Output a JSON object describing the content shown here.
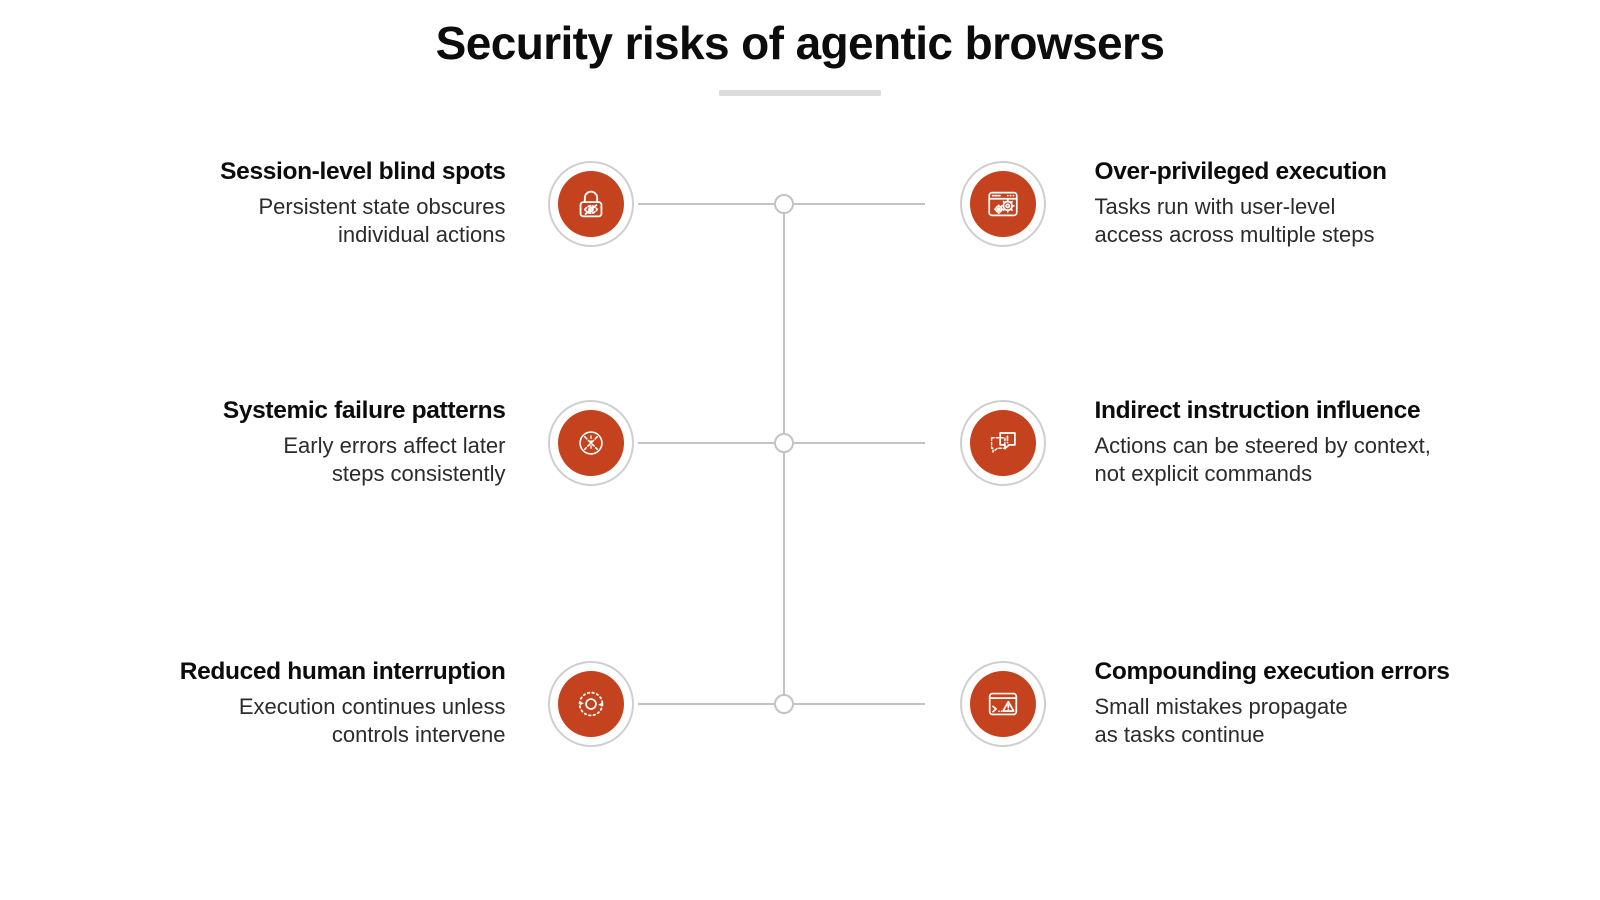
{
  "header": {
    "title": "Security risks of agentic browsers",
    "rule_color": "#dcdcdc"
  },
  "theme": {
    "accent": "#c4421d",
    "ring": "#cfcfcf",
    "line": "#c3c3c3",
    "background": "#ffffff",
    "title_color": "#0c0c0c",
    "body_color": "#2b2b2b"
  },
  "diagram": {
    "type": "hub-and-spoke-list",
    "rows": 3,
    "columns": 2,
    "connector_nodes": 3,
    "items": [
      {
        "side": "left",
        "row": 1,
        "icon": "lock-eye-slash-icon",
        "title": "Session-level blind spots",
        "desc_lines": [
          "Persistent state obscures",
          "individual actions"
        ]
      },
      {
        "side": "right",
        "row": 1,
        "icon": "browser-window-gears-icon",
        "title": "Over-privileged execution",
        "desc_lines": [
          "Tasks run with user-level",
          "access across multiple steps"
        ]
      },
      {
        "side": "left",
        "row": 2,
        "icon": "broken-node-cross-circle-icon",
        "title": "Systemic failure patterns",
        "desc_lines": [
          "Early errors affect later",
          "steps consistently"
        ]
      },
      {
        "side": "right",
        "row": 2,
        "icon": "speech-bubbles-alert-icon",
        "title": "Indirect instruction influence",
        "desc_lines": [
          "Actions can be steered by context,",
          "not explicit commands"
        ]
      },
      {
        "side": "left",
        "row": 3,
        "icon": "continuous-loop-arrows-icon",
        "title": "Reduced human interruption",
        "desc_lines": [
          "Execution continues unless",
          "controls intervene"
        ]
      },
      {
        "side": "right",
        "row": 3,
        "icon": "terminal-warning-icon",
        "title": "Compounding execution errors",
        "desc_lines": [
          "Small mistakes propagate",
          "as tasks continue"
        ]
      }
    ]
  }
}
